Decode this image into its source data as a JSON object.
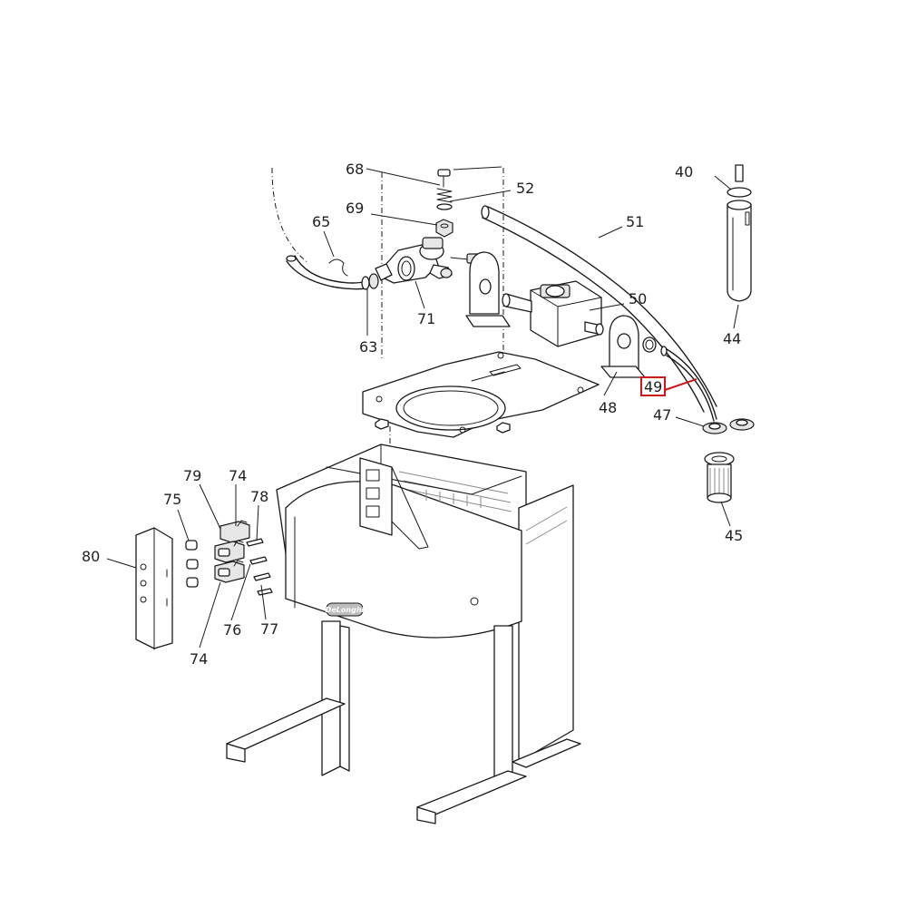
{
  "diagram": {
    "brand": "DeLonghi",
    "highlight_color": "#d0161b",
    "highlighted_part": "49",
    "labels": {
      "p68": "68",
      "p52": "52",
      "p69": "69",
      "p65": "65",
      "p71": "71",
      "p63": "63",
      "p51": "51",
      "p50": "50",
      "p48": "48",
      "p49": "49",
      "p47": "47",
      "p40": "40",
      "p44": "44",
      "p45": "45",
      "p79": "79",
      "p74a": "74",
      "p75": "75",
      "p78": "78",
      "p80": "80",
      "p76": "76",
      "p77": "77",
      "p74b": "74"
    }
  }
}
